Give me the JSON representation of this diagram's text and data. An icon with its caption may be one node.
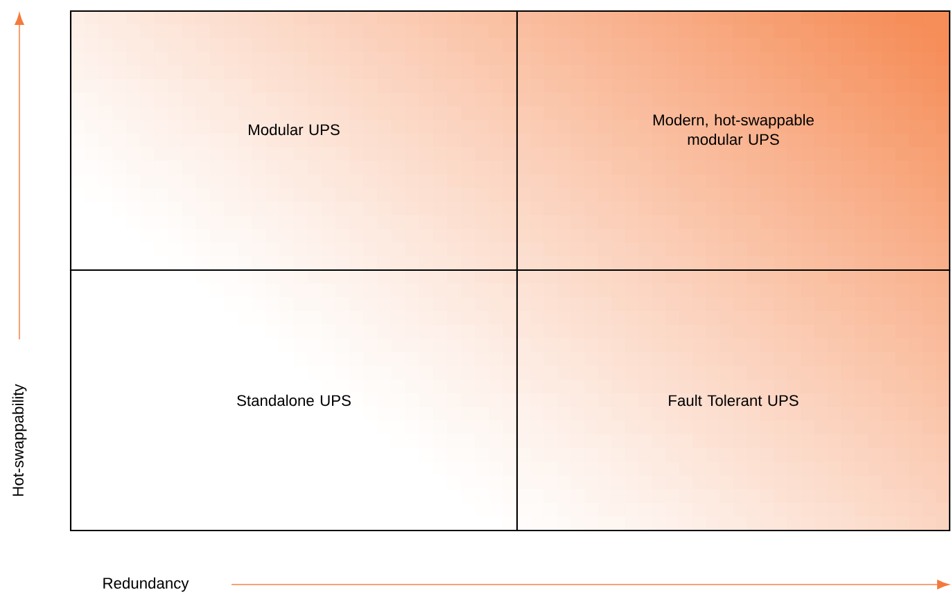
{
  "diagram": {
    "nodes": [
      {
        "text": [
          "Modular UPS"
        ]
      },
      {
        "text": [
          "Modern, hot-swappable modular UPS"
        ]
      },
      {
        "text": [
          "Standalone UPS"
        ]
      },
      {
        "text": [
          "Fault Tolerant UPS"
        ]
      }
    ],
    "labels": [
      "Hot-swappability",
      "Redundancy"
    ]
  }
}
